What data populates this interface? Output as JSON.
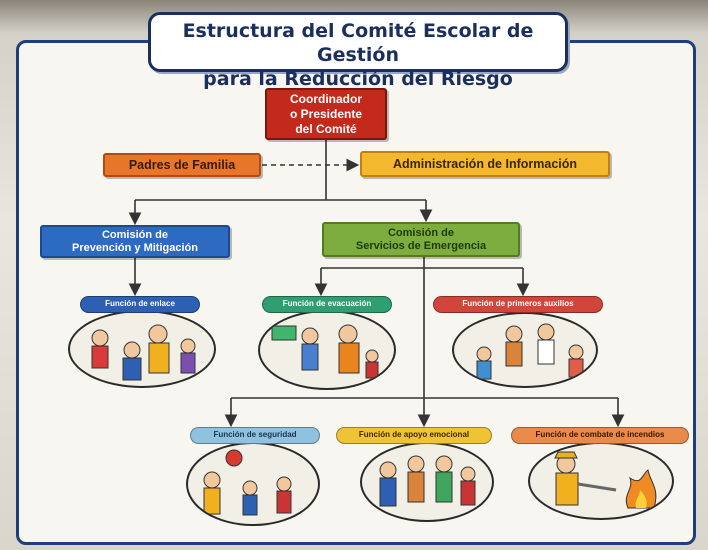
{
  "title": {
    "line1": "Estructura del Comité Escolar de Gestión",
    "line2": "para la Reducción del Riesgo"
  },
  "nodes": {
    "coordinador": [
      "Coordinador",
      "o Presidente",
      "del Comité"
    ],
    "padres": "Padres de Familia",
    "administracion": "Administración de Información",
    "prevencion": [
      "Comisión de",
      "Prevención y Mitigación"
    ],
    "servicios": [
      "Comisión de",
      "Servicios de Emergencia"
    ]
  },
  "functions": {
    "enlace": "Función de enlace",
    "evacuacion": "Función de evacuación",
    "primeros_auxilios": "Función de primeros auxilios",
    "seguridad": "Función de seguridad",
    "apoyo_emocional": "Función de apoyo emocional",
    "combate_incendios": "Función de combate de incendios"
  },
  "colors": {
    "coordinador": "#c42a1c",
    "padres": "#e8762a",
    "administracion": "#f3b82e",
    "prevencion": "#2d6bc2",
    "servicios": "#7cad3e",
    "frame": "#1f3f7a"
  }
}
